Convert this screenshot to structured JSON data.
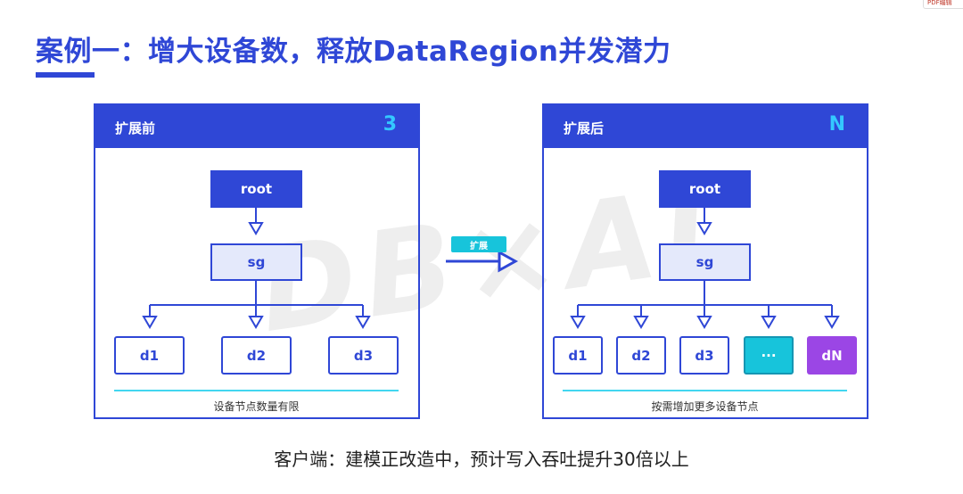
{
  "header": {
    "title": "案例一：增大设备数，释放DataRegion并发潜力"
  },
  "watermark": {
    "text": "DB×AI"
  },
  "corner_badge": {
    "text": "PDF编辑"
  },
  "left_panel": {
    "title": "扩展前",
    "count": "3",
    "root_label": "root",
    "sg_label": "sg",
    "devices": [
      "d1",
      "d2",
      "d3"
    ],
    "footer": "设备节点数量有限"
  },
  "middle": {
    "label": "扩展"
  },
  "right_panel": {
    "title": "扩展后",
    "count": "N",
    "root_label": "root",
    "sg_label": "sg",
    "devices": [
      "d1",
      "d2",
      "d3",
      "···",
      "dN"
    ],
    "footer": "按需增加更多设备节点"
  },
  "caption": "客户端：建模正改造中，预计写入吞吐提升30倍以上",
  "colors": {
    "primary": "#2f47d6",
    "accent_cyan": "#17c4db",
    "accent_purple": "#9b46e5",
    "count_text": "#34c8ff"
  }
}
